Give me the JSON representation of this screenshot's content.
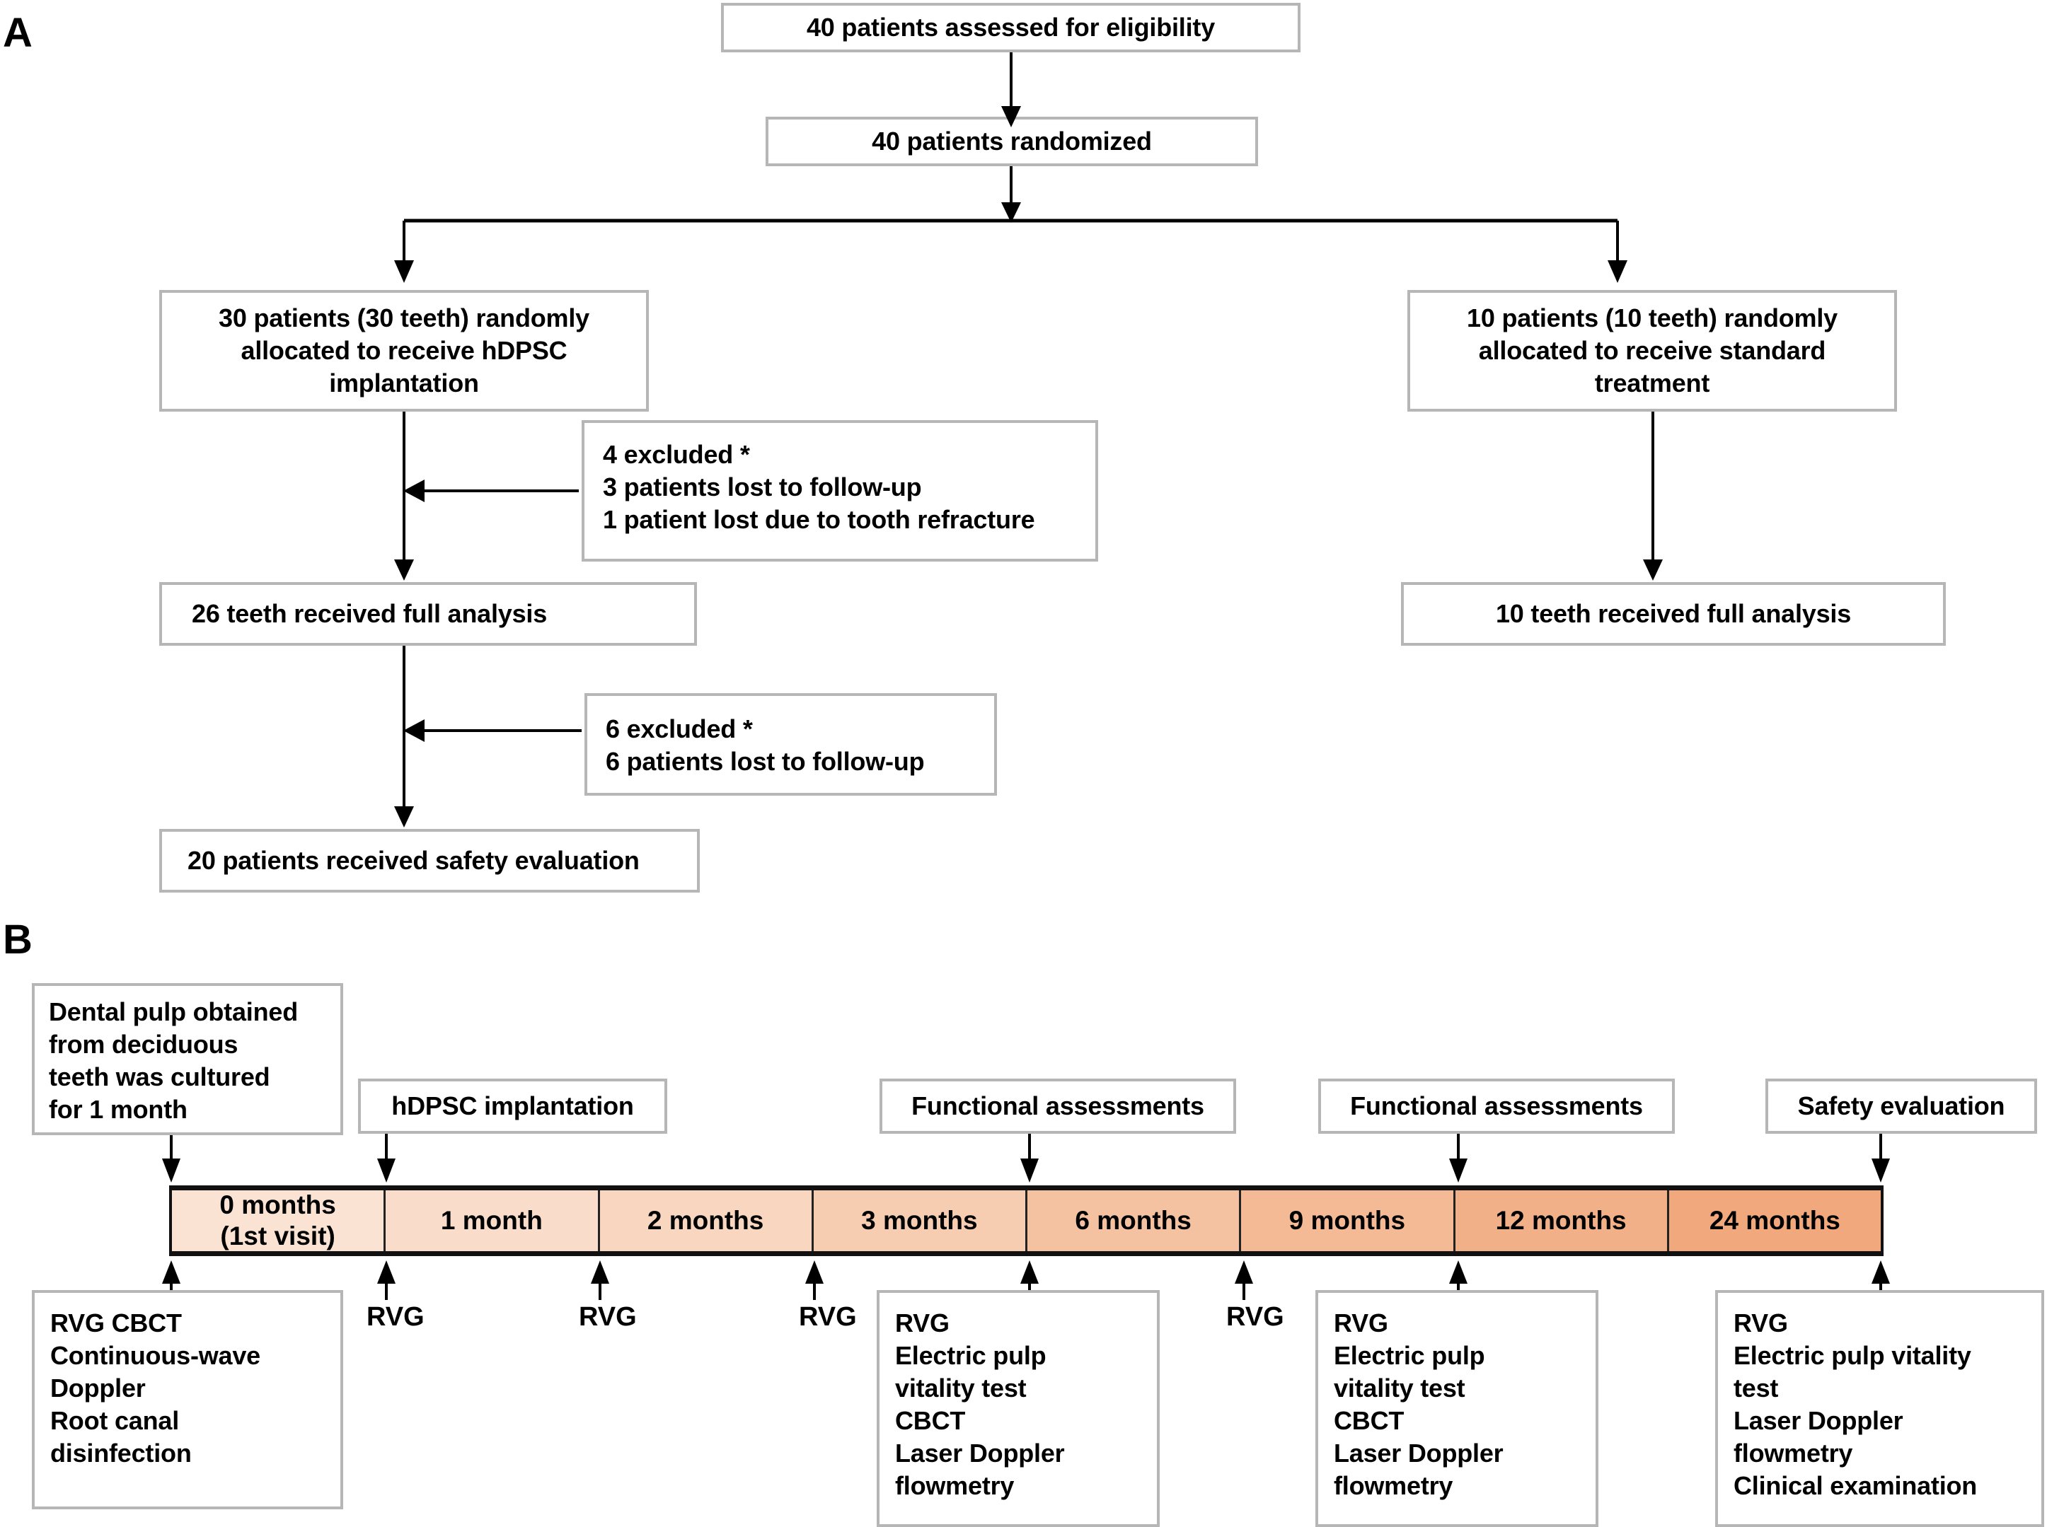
{
  "figure": {
    "panel_a_label": "A",
    "panel_b_label": "B"
  },
  "panel_a": {
    "boxes": {
      "assessed": "40 patients assessed for eligibility",
      "randomized": "40 patients randomized",
      "alloc_hdpsc_l1": "30 patients (30 teeth) randomly",
      "alloc_hdpsc_l2": "allocated to receive hDPSC",
      "alloc_hdpsc_l3": "implantation",
      "alloc_standard_l1": "10 patients (10 teeth) randomly",
      "alloc_standard_l2": "allocated to receive standard",
      "alloc_standard_l3": "treatment",
      "excluded1_l1": "4 excluded *",
      "excluded1_l2": "3 patients lost to follow-up",
      "excluded1_l3": "1 patient lost due to tooth refracture",
      "analysis_26": "26 teeth received full analysis",
      "analysis_10": "10 teeth received full analysis",
      "excluded2_l1": "6 excluded *",
      "excluded2_l2": "6 patients  lost to follow-up",
      "safety_20": "20 patients received  safety evaluation"
    }
  },
  "panel_b": {
    "top_boxes": [
      {
        "name": "dental-pulp-culture",
        "lines": [
          "Dental pulp obtained",
          "from deciduous",
          "teeth was cultured",
          "for 1 month"
        ]
      },
      {
        "name": "hdpsc-implantation",
        "lines": [
          "hDPSC implantation"
        ]
      },
      {
        "name": "functional-assessments-3m",
        "lines": [
          "Functional assessments"
        ]
      },
      {
        "name": "functional-assessments-9m",
        "lines": [
          "Functional assessments"
        ]
      },
      {
        "name": "safety-evaluation",
        "lines": [
          "Safety evaluation"
        ]
      }
    ],
    "timeline": {
      "segments": [
        {
          "label_line1": "0 months",
          "label_line2": "(1st visit)",
          "color": "#fae3d2"
        },
        {
          "label_line1": "1 month",
          "label_line2": "",
          "color": "#f9ddca"
        },
        {
          "label_line1": "2 months",
          "label_line2": "",
          "color": "#f8d6bf"
        },
        {
          "label_line1": "3 months",
          "label_line2": "",
          "color": "#f7cdb2"
        },
        {
          "label_line1": "6 months",
          "label_line2": "",
          "color": "#f5c2a1"
        },
        {
          "label_line1": "9 months",
          "label_line2": "",
          "color": "#f4ba96"
        },
        {
          "label_line1": "12 months",
          "label_line2": "",
          "color": "#f2b089"
        },
        {
          "label_line1": "24 months",
          "label_line2": "",
          "color": "#f0a87c"
        }
      ]
    },
    "rvg_labels": [
      "RVG",
      "RVG",
      "RVG",
      "RVG"
    ],
    "bottom_boxes": [
      {
        "name": "visit-0-procedures",
        "lines": [
          "RVG  CBCT",
          "Continuous-wave",
          "Doppler",
          "Root canal",
          "disinfection"
        ]
      },
      {
        "name": "month-3-procedures",
        "lines": [
          "RVG",
          "Electric pulp",
          "vitality test",
          "CBCT",
          "Laser Doppler",
          "flowmetry"
        ]
      },
      {
        "name": "month-9-procedures",
        "lines": [
          "RVG",
          "Electric pulp",
          "vitality test",
          "CBCT",
          "Laser Doppler",
          "flowmetry"
        ]
      },
      {
        "name": "month-24-procedures",
        "lines": [
          "RVG",
          "Electric pulp vitality",
          "test",
          "Laser Doppler",
          "flowmetry",
          "Clinical examination"
        ]
      }
    ]
  }
}
